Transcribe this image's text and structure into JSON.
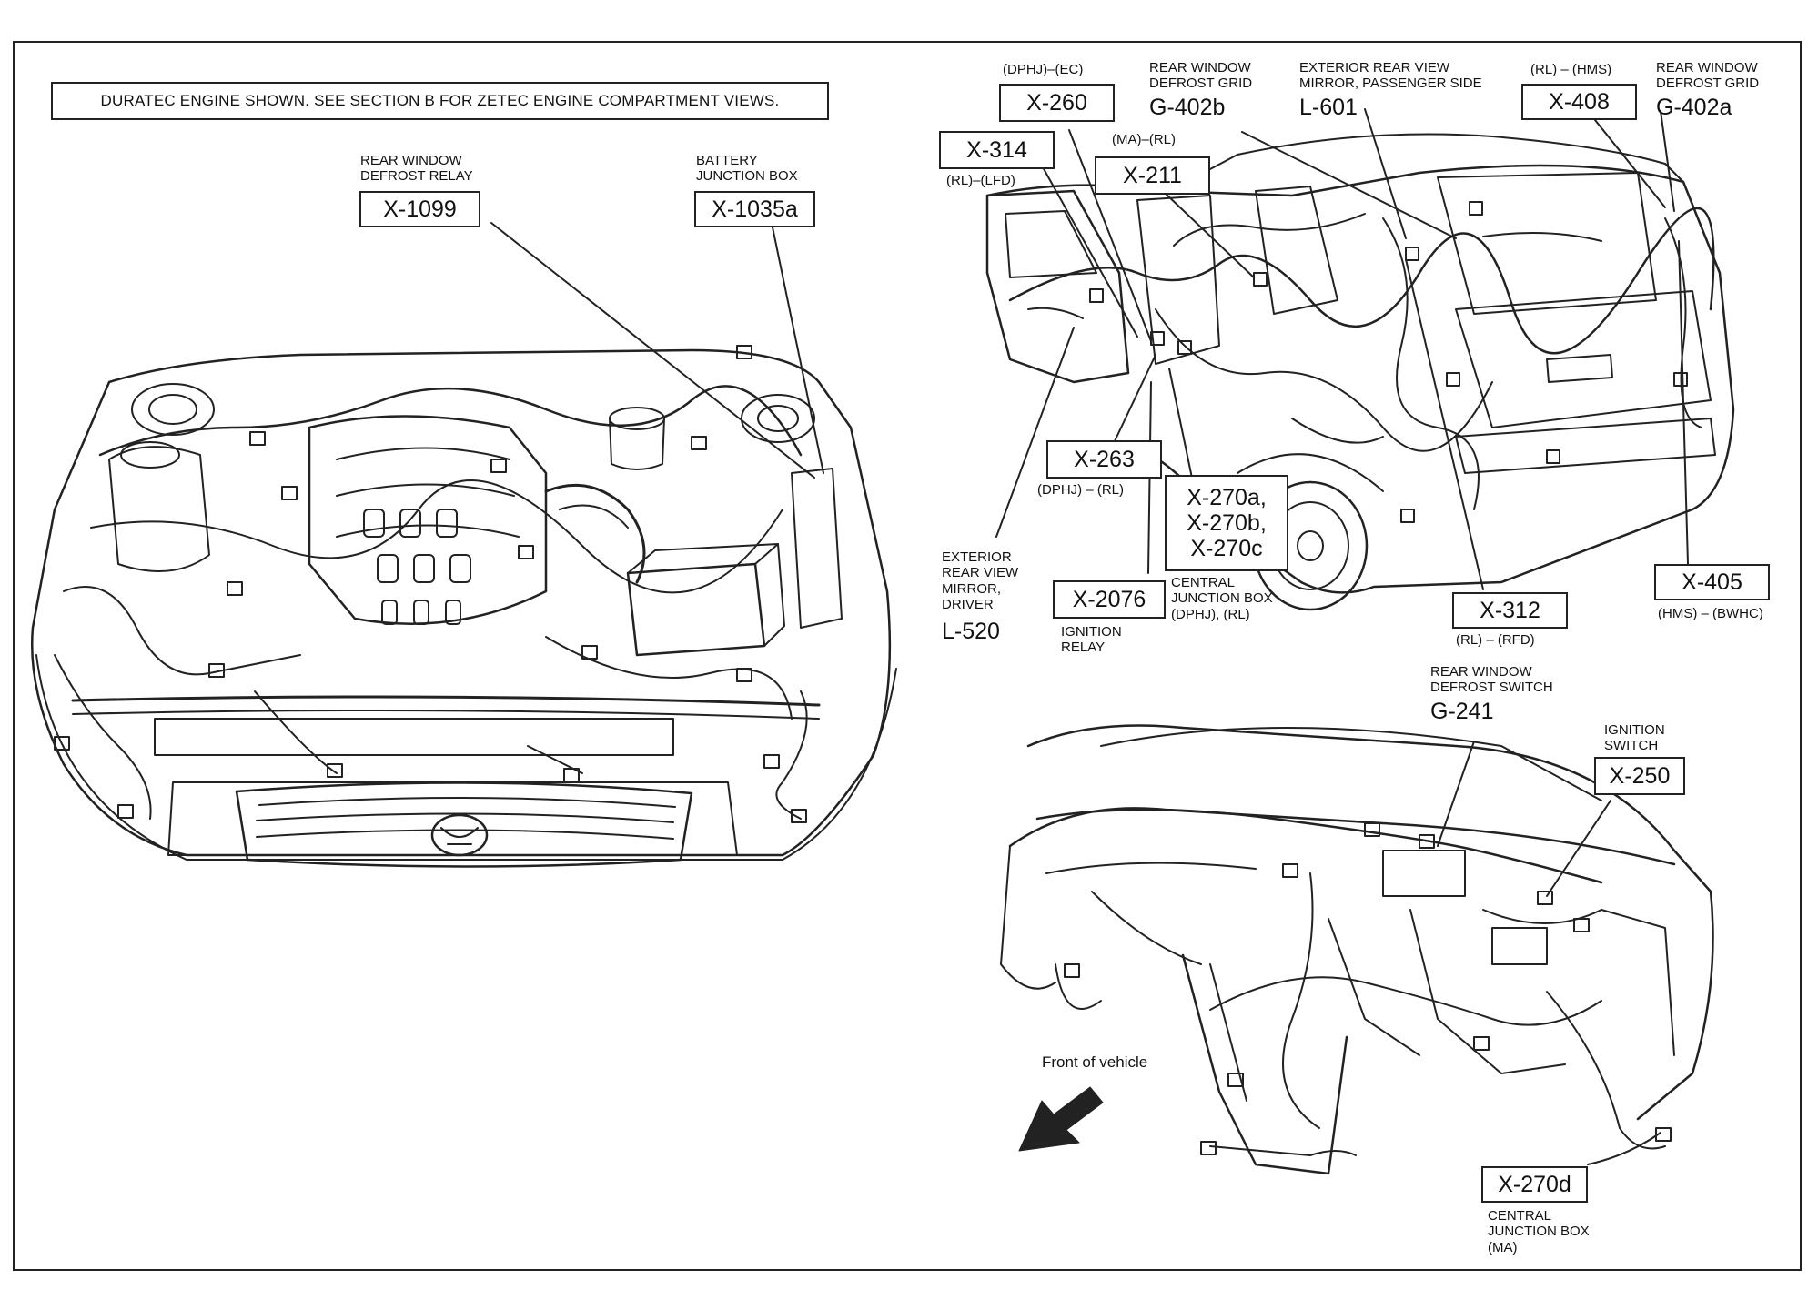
{
  "note": "DURATEC ENGINE SHOWN. SEE SECTION B FOR ZETEC ENGINE COMPARTMENT VIEWS.",
  "engine": {
    "x1099": {
      "label": "REAR WINDOW\nDEFROST RELAY",
      "box": "X-1099"
    },
    "x1035a": {
      "label": "BATTERY\nJUNCTION BOX",
      "box": "X-1035a"
    }
  },
  "rear": {
    "x260": {
      "code": "(DPHJ)–(EC)",
      "box": "X-260"
    },
    "g402b": {
      "label": "REAR WINDOW\nDEFROST GRID",
      "id": "G-402b"
    },
    "l601": {
      "label": "EXTERIOR REAR VIEW\nMIRROR, PASSENGER SIDE",
      "id": "L-601"
    },
    "x408": {
      "code": "(RL) – (HMS)",
      "box": "X-408"
    },
    "g402a": {
      "label": "REAR WINDOW\nDEFROST GRID",
      "id": "G-402a"
    },
    "x314": {
      "box": "X-314",
      "code": "(RL)–(LFD)"
    },
    "x211": {
      "code": "(MA)–(RL)",
      "box": "X-211"
    },
    "x263": {
      "box": "X-263",
      "code": "(DPHJ) – (RL)"
    },
    "x270abc": {
      "box": "X-270a,\nX-270b,\nX-270c"
    },
    "l520": {
      "label": "EXTERIOR\nREAR VIEW\nMIRROR,\nDRIVER",
      "id": "L-520"
    },
    "x2076": {
      "box": "X-2076",
      "label": "IGNITION\nRELAY"
    },
    "cjb": {
      "label": "CENTRAL\nJUNCTION BOX\n(DPHJ), (RL)"
    },
    "x312": {
      "box": "X-312",
      "code": "(RL) – (RFD)"
    },
    "x405": {
      "box": "X-405",
      "code": "(HMS) – (BWHC)"
    }
  },
  "dash": {
    "g241": {
      "label": "REAR WINDOW\nDEFROST SWITCH",
      "id": "G-241"
    },
    "x250": {
      "label": "IGNITION\nSWITCH",
      "box": "X-250"
    },
    "front": "Front of vehicle",
    "x270d": {
      "box": "X-270d",
      "label": "CENTRAL\nJUNCTION BOX\n(MA)"
    }
  }
}
